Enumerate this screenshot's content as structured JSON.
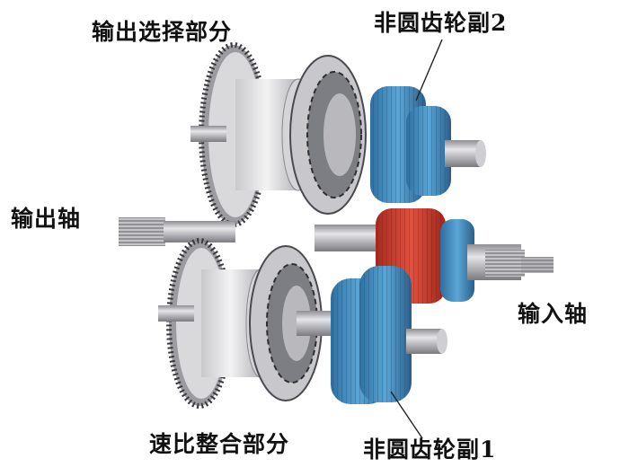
{
  "labels": {
    "output_selection": "输出选择部分",
    "noncircular_pair_2": "非圆齿轮副2",
    "output_shaft": "输出轴",
    "input_shaft": "输入轴",
    "ratio_integration": "速比整合部分",
    "noncircular_pair_1": "非圆齿轮副1"
  },
  "colors": {
    "background": "#ffffff",
    "label_text": "#111111",
    "leader_line": "#222222",
    "housing_grey": "#bdbdc1",
    "housing_dark": "#6b6b72",
    "gear_blue": "#3f86ba",
    "gear_red": "#c73a2c",
    "shaft_grey": "#a9a9ad"
  }
}
